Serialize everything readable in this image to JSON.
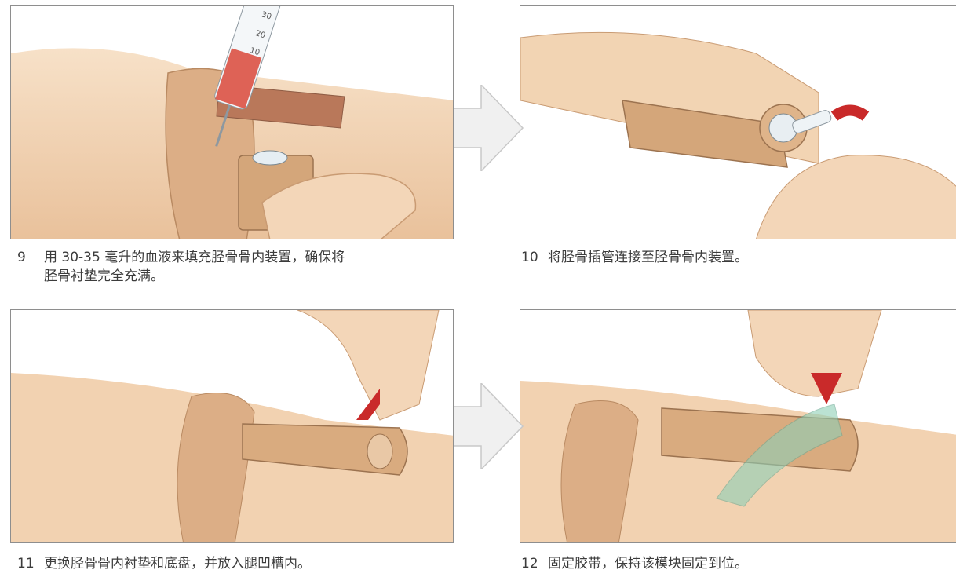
{
  "steps": [
    {
      "number": "9",
      "text_line1": "用 30-35 毫升的血液来填充胫骨骨内装置，确保将",
      "text_line2": "胫骨衬垫完全充满。"
    },
    {
      "number": "10",
      "text": "将胫骨插管连接至胫骨骨内装置。"
    },
    {
      "number": "11",
      "text": "更换胫骨骨内衬垫和底盘，并放入腿凹槽内。"
    },
    {
      "number": "12",
      "text": "固定胶带，保持该模块固定到位。"
    }
  ],
  "syringe_marks": [
    "30",
    "20",
    "10"
  ],
  "colors": {
    "skin": "#f3d6b8",
    "skin_shadow": "#ddb08a",
    "pad": "#d4a67a",
    "blood": "#d9483a",
    "arrow_red": "#c92a2a",
    "tape": "#8ecfb6",
    "frame": "#8e8e8e"
  }
}
